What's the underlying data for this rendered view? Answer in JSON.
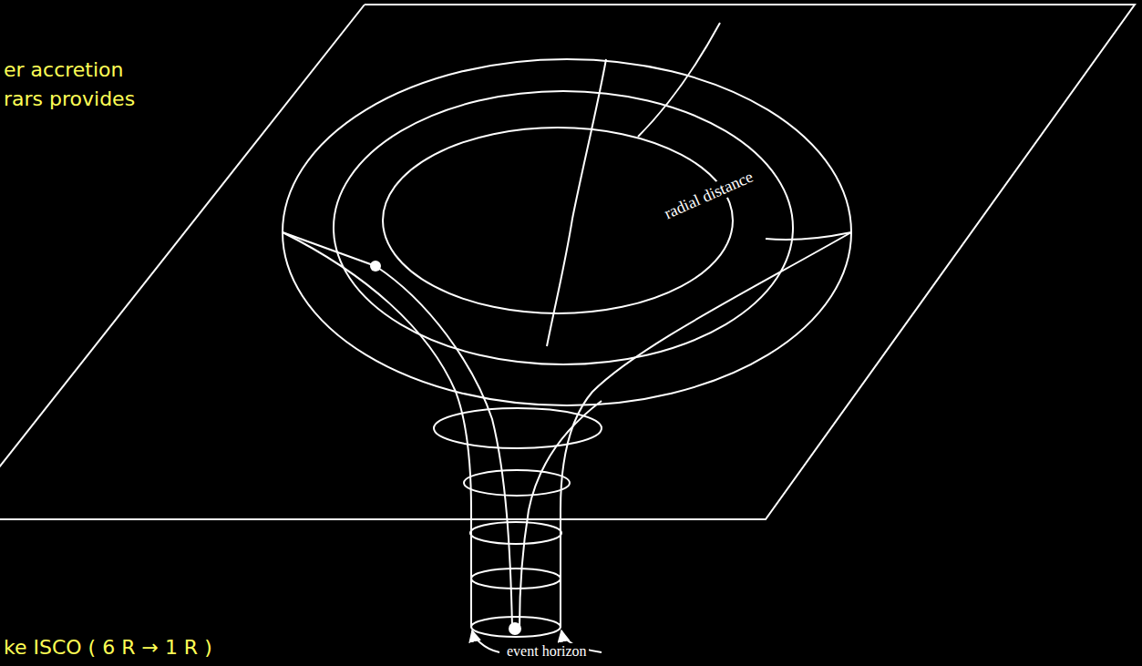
{
  "diagram": {
    "labels": [
      "er accretion",
      "rars provides",
      "radial distance",
      "event horizon",
      "ke ISCO ( 6 R → 1 R )"
    ]
  }
}
